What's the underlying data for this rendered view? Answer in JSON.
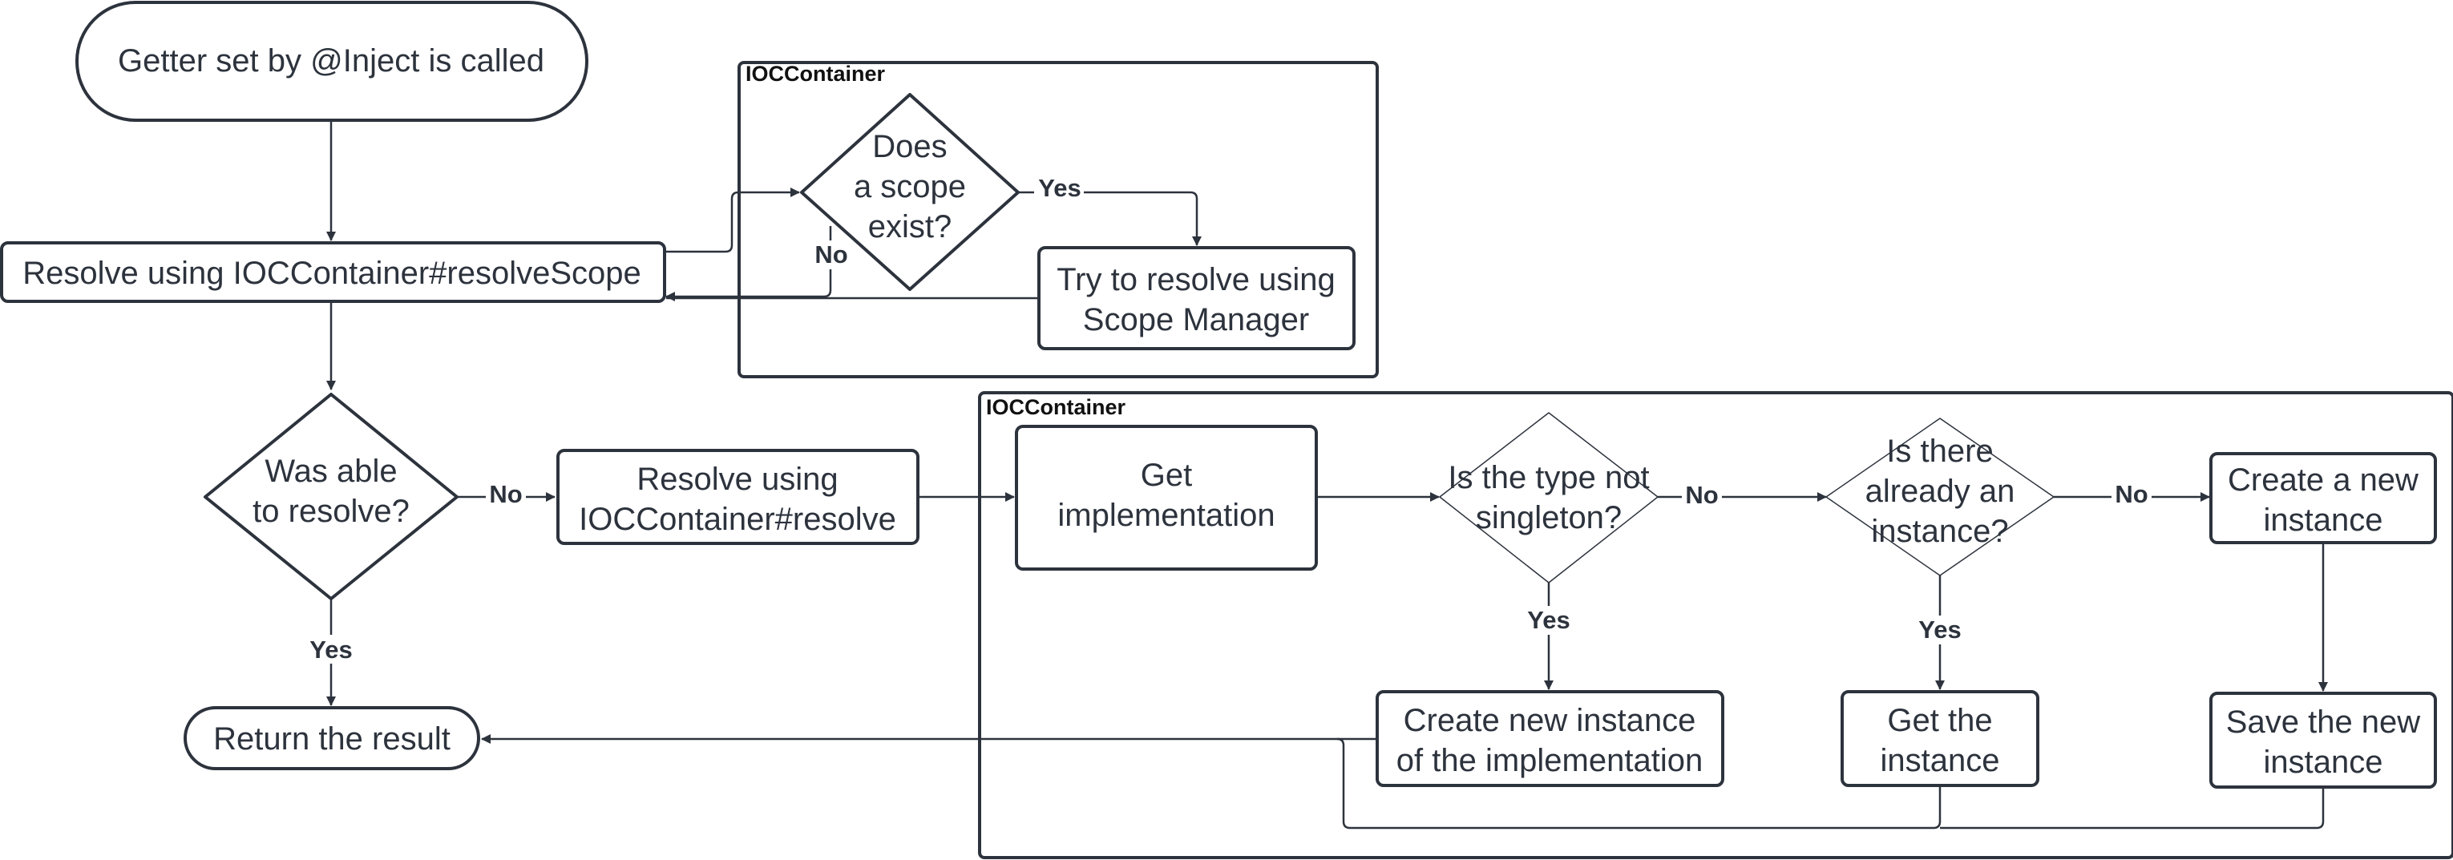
{
  "containers": [
    {
      "label": "IOCContainer"
    },
    {
      "label": "IOCContainer"
    }
  ],
  "nodes": {
    "start": {
      "lines": [
        "Getter set by @Inject is called"
      ]
    },
    "resolve_scope": {
      "lines": [
        "Resolve using IOCContainer#resolveScope"
      ]
    },
    "scope_exists": {
      "lines": [
        "Does",
        "a scope",
        "exist?"
      ]
    },
    "scope_manager": {
      "lines": [
        "Try to resolve using",
        "Scope Manager"
      ]
    },
    "was_able": {
      "lines": [
        "Was able",
        "to resolve?"
      ]
    },
    "resolve": {
      "lines": [
        "Resolve using",
        "IOCContainer#resolve"
      ]
    },
    "get_impl": {
      "lines": [
        "Get",
        "implementation"
      ]
    },
    "not_singleton": {
      "lines": [
        "Is the type not",
        "singleton?"
      ]
    },
    "already_instance": {
      "lines": [
        "Is there",
        "already an",
        "instance?"
      ]
    },
    "create_new": {
      "lines": [
        "Create a new",
        "instance"
      ]
    },
    "create_impl": {
      "lines": [
        "Create new instance",
        "of the implementation"
      ]
    },
    "get_instance": {
      "lines": [
        "Get the",
        "instance"
      ]
    },
    "save_instance": {
      "lines": [
        "Save the new",
        "instance"
      ]
    },
    "return": {
      "lines": [
        "Return the result"
      ]
    }
  },
  "edge_labels": {
    "scope_yes": "Yes",
    "scope_no": "No",
    "was_able_no": "No",
    "was_able_yes": "Yes",
    "singleton_no": "No",
    "singleton_yes": "Yes",
    "instance_no": "No",
    "instance_yes": "Yes"
  },
  "colors": {
    "stroke": "#2d333d",
    "text": "#2d333d",
    "background": "#ffffff"
  }
}
